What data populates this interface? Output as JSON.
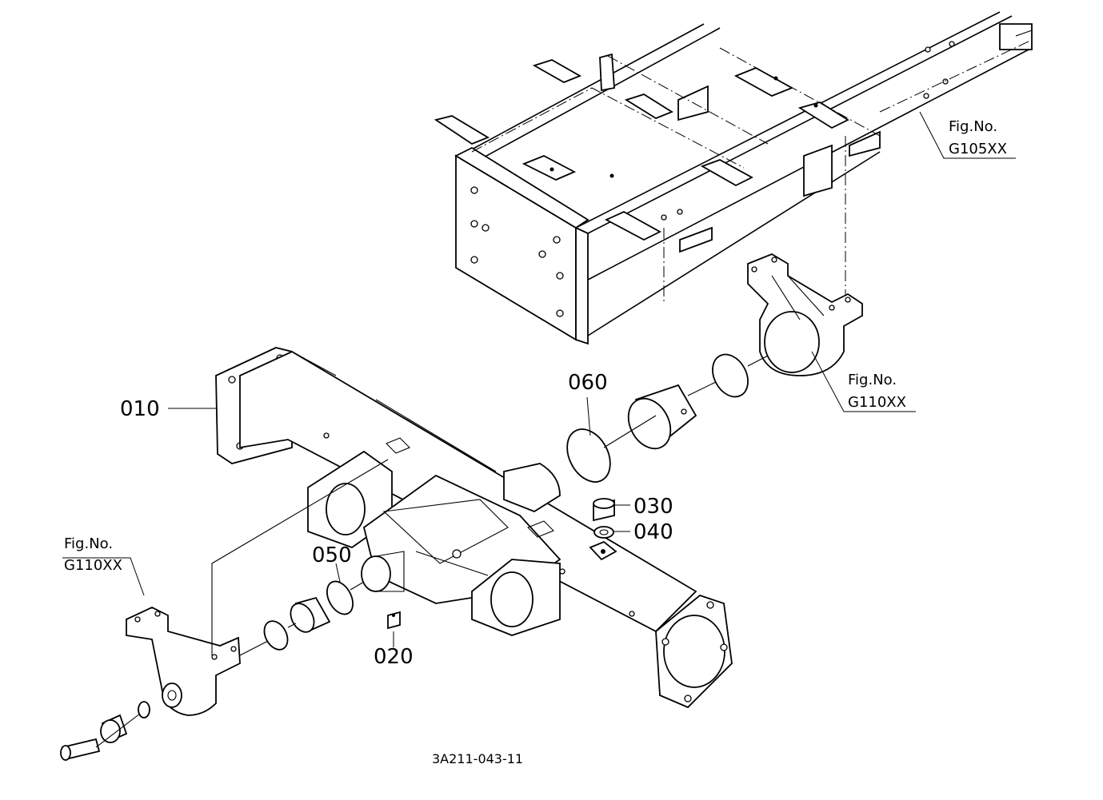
{
  "diagram": {
    "callouts": {
      "p010": "010",
      "p020": "020",
      "p030": "030",
      "p040": "040",
      "p050": "050",
      "p060": "060"
    },
    "figure_refs": {
      "frame": {
        "prefix": "Fig.No.",
        "code": "G105XX"
      },
      "support_right": {
        "prefix": "Fig.No.",
        "code": "G110XX"
      },
      "support_left": {
        "prefix": "Fig.No.",
        "code": "G110XX"
      }
    },
    "drawing_code": "3A211-043-11"
  }
}
